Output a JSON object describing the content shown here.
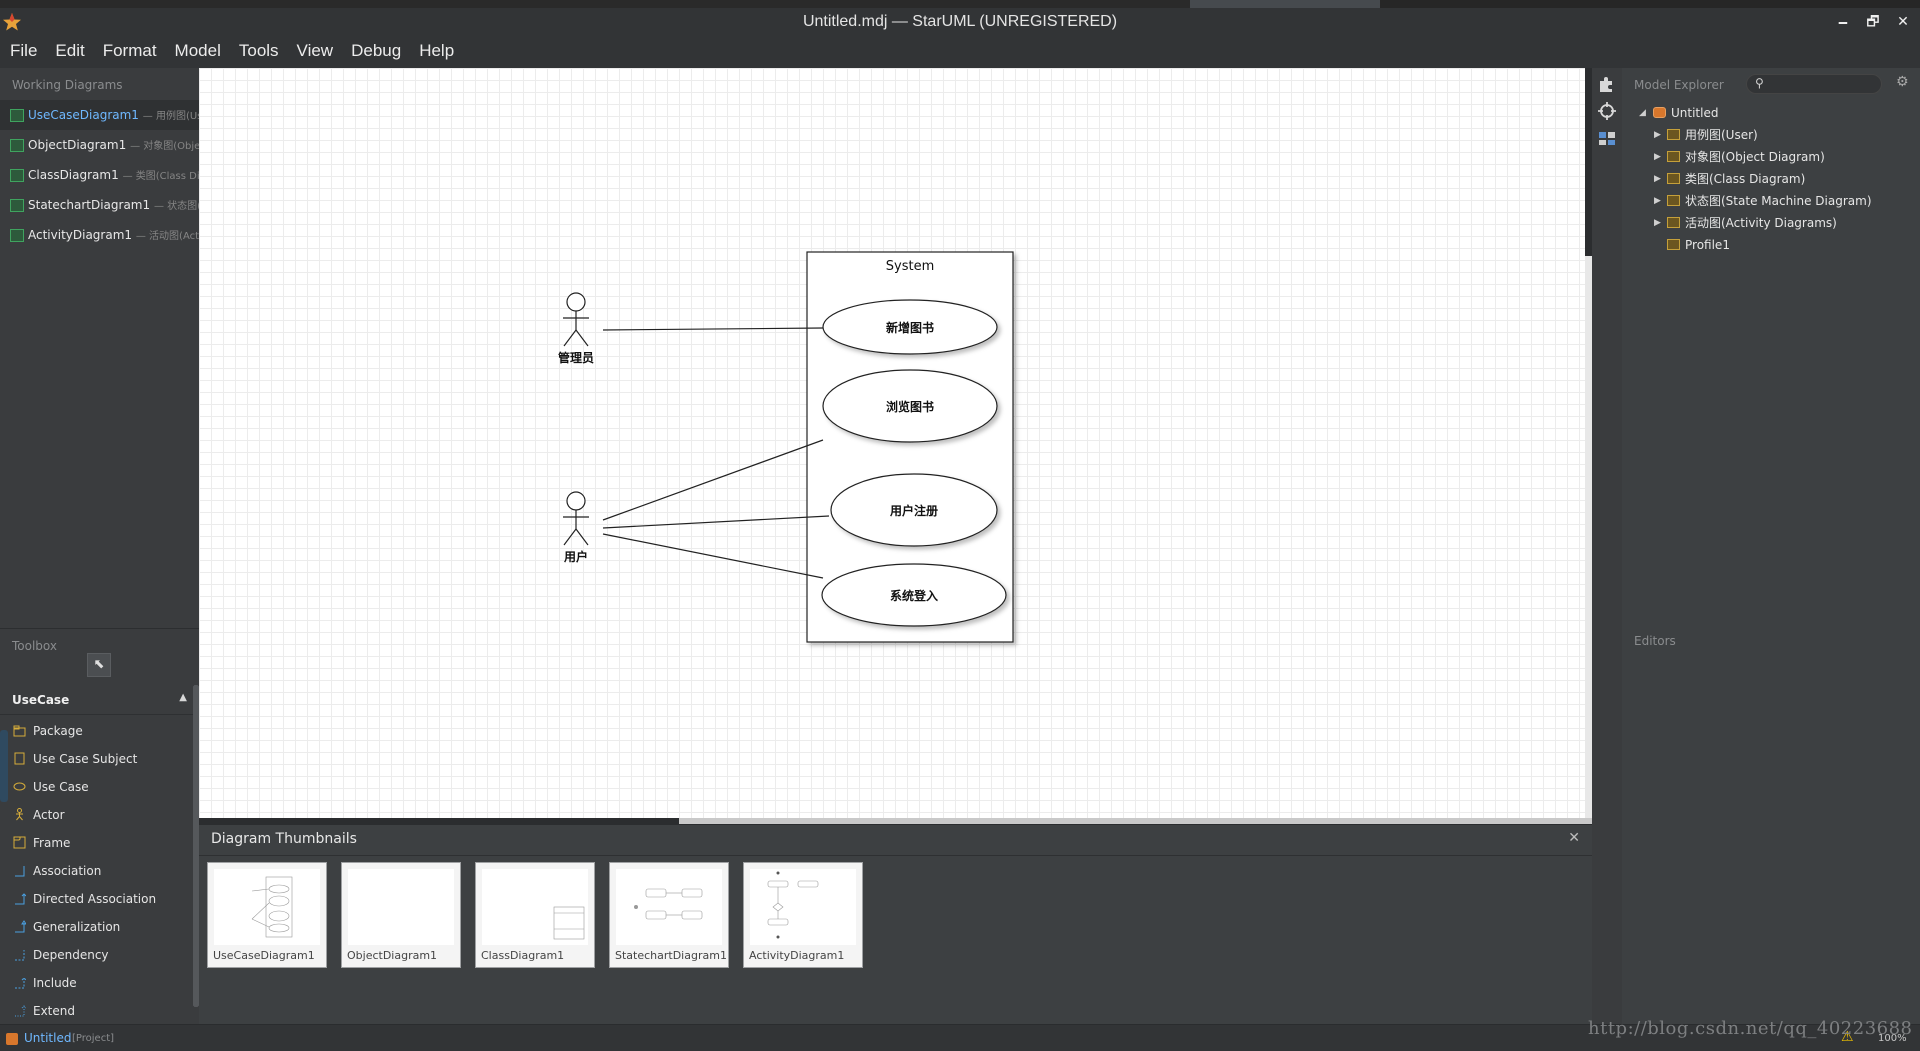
{
  "window": {
    "title": "Untitled.mdj — StarUML (UNREGISTERED)",
    "minimize": "🗕",
    "maximize": "🗗",
    "close": "✕"
  },
  "menu": [
    "File",
    "Edit",
    "Format",
    "Model",
    "Tools",
    "View",
    "Debug",
    "Help"
  ],
  "working_diagrams": {
    "header": "Working Diagrams",
    "items": [
      {
        "name": "UseCaseDiagram1",
        "sub": "— 用例图(User)",
        "active": true
      },
      {
        "name": "ObjectDiagram1",
        "sub": "— 对象图(Object Diagram)",
        "active": false
      },
      {
        "name": "ClassDiagram1",
        "sub": "— 类图(Class Diagram)",
        "active": false
      },
      {
        "name": "StatechartDiagram1",
        "sub": "— 状态图(State Machine Diagram)",
        "active": false
      },
      {
        "name": "ActivityDiagram1",
        "sub": "— 活动图(Activity Diagrams)",
        "active": false
      }
    ]
  },
  "toolbox": {
    "header": "Toolbox",
    "pointer": "⬉",
    "section": "UseCase",
    "section_arrow": "▲",
    "items": [
      {
        "label": "Package",
        "icon": "package-icon"
      },
      {
        "label": "Use Case Subject",
        "icon": "subject-icon"
      },
      {
        "label": "Use Case",
        "icon": "usecase-icon"
      },
      {
        "label": "Actor",
        "icon": "actor-icon"
      },
      {
        "label": "Frame",
        "icon": "frame-icon"
      },
      {
        "label": "Association",
        "icon": "association-icon"
      },
      {
        "label": "Directed Association",
        "icon": "directed-association-icon"
      },
      {
        "label": "Generalization",
        "icon": "generalization-icon"
      },
      {
        "label": "Dependency",
        "icon": "dependency-icon"
      },
      {
        "label": "Include",
        "icon": "include-icon"
      },
      {
        "label": "Extend",
        "icon": "extend-icon"
      }
    ]
  },
  "diagram": {
    "system_label": "System",
    "actors": [
      {
        "label": "管理员"
      },
      {
        "label": "用户"
      }
    ],
    "use_cases": [
      {
        "label": "新增图书"
      },
      {
        "label": "浏览图书"
      },
      {
        "label": "用户注册"
      },
      {
        "label": "系统登入"
      }
    ]
  },
  "thumbnails": {
    "title": "Diagram Thumbnails",
    "close": "✕",
    "items": [
      "UseCaseDiagram1",
      "ObjectDiagram1",
      "ClassDiagram1",
      "StatechartDiagram1",
      "ActivityDiagram1"
    ]
  },
  "model_explorer": {
    "title": "Model Explorer",
    "search_icon": "⚲",
    "gear_icon": "⚙",
    "root": "Untitled",
    "items": [
      "用例图(User)",
      "对象图(Object Diagram)",
      "类图(Class Diagram)",
      "状态图(State Machine Diagram)",
      "活动图(Activity Diagrams)",
      "Profile1"
    ]
  },
  "editors": {
    "title": "Editors"
  },
  "status": {
    "project": "Untitled",
    "tag": "[Project]",
    "warning_icon": "⚠",
    "zoom": "100%"
  },
  "watermark": "http://blog.csdn.net/qq_40223688",
  "colors": {
    "accent": "#6fb8ff",
    "panel": "#3a3c3e",
    "canvas": "#ffffff"
  }
}
